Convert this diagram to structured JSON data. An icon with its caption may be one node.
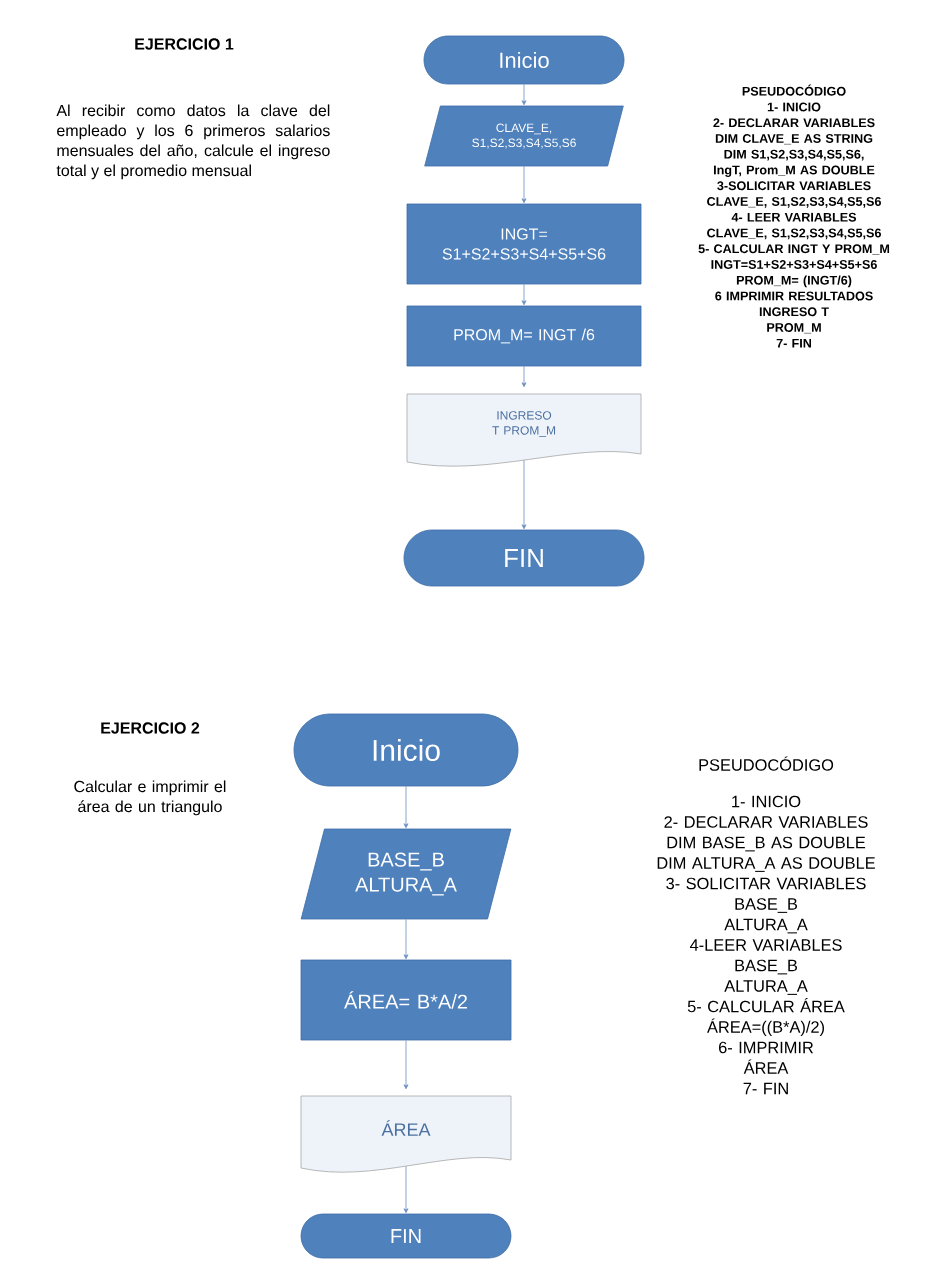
{
  "diagram": {
    "nodes": [
      {
        "text": [
          "Inicio"
        ]
      },
      {
        "text": [
          "CLAVE_E, S1,S2,S3,S4,S5,S6"
        ]
      },
      {
        "text": [
          "INGT= S1+S2+S3+S4+S5+S6"
        ]
      },
      {
        "text": [
          "PROM_M= INGT /6"
        ]
      },
      {
        "text": [
          "INGRESO T PROM_M"
        ]
      },
      {
        "text": [
          "FIN"
        ]
      },
      {
        "text": [
          "Inicio"
        ]
      },
      {
        "text": [
          "BASE_B ALTURA_A"
        ]
      },
      {
        "text": [
          "ÁREA= B*A/2"
        ]
      },
      {
        "text": [
          "ÁREA"
        ]
      },
      {
        "text": [
          "FIN"
        ]
      }
    ],
    "edges": [
      {
        "from": 0,
        "to": 1,
        "arrow": "to"
      },
      {
        "from": 1,
        "to": 2,
        "arrow": "to"
      },
      {
        "from": 2,
        "to": 3,
        "arrow": "to"
      },
      {
        "from": 3,
        "to": 4,
        "arrow": "to"
      },
      {
        "from": 4,
        "to": 5,
        "arrow": "to"
      },
      {
        "from": 6,
        "to": 7,
        "arrow": "to"
      },
      {
        "from": 7,
        "to": 8,
        "arrow": "to"
      },
      {
        "from": 8,
        "to": 9,
        "arrow": "to"
      },
      {
        "from": 9,
        "to": 10,
        "arrow": "to"
      }
    ],
    "labels": [
      "EJERCICIO 1",
      "Al recibir como datos la clave del empleado y los 6 primeros salarios mensuales del año, calcule el ingreso total y el promedio mensual",
      "PSEUDOCÓDIGO",
      "1- INICIO",
      "2- DECLARAR VARIABLES",
      "DIM CLAVE_E AS STRING",
      "DIM S1,S2,S3,S4,S5,S6, IngT, Prom_M AS DOUBLE",
      "3-SOLICITAR VARIABLES",
      "CLAVE_E, S1,S2,S3,S4,S5,S6",
      "4- LEER VARIABLES",
      "CLAVE_E, S1,S2,S3,S4,S5,S6",
      "5- CALCULAR INGT Y PROM_M",
      "INGT=S1+S2+S3+S4+S5+S6",
      "PROM_M= (INGT/6)",
      "6 IMPRIMIR RESULTADOS",
      "INGRESO T",
      "PROM_M",
      "7- FIN",
      "EJERCICIO 2",
      "Calcular e imprimir el área de un triangulo",
      "PSEUDOCÓDIGO",
      "1- INICIO",
      "2- DECLARAR VARIABLES",
      "DIM BASE_B AS DOUBLE",
      "DIM ALTURA_A AS DOUBLE",
      "3- SOLICITAR VARIABLES",
      "BASE_B",
      "ALTURA_A",
      "4-LEER VARIABLES",
      "BASE_B",
      "ALTURA_A",
      "5- CALCULAR ÁREA",
      "ÁREA=((B*A)/2)",
      "6- IMPRIMIR",
      "ÁREA",
      "7- FIN"
    ]
  }
}
